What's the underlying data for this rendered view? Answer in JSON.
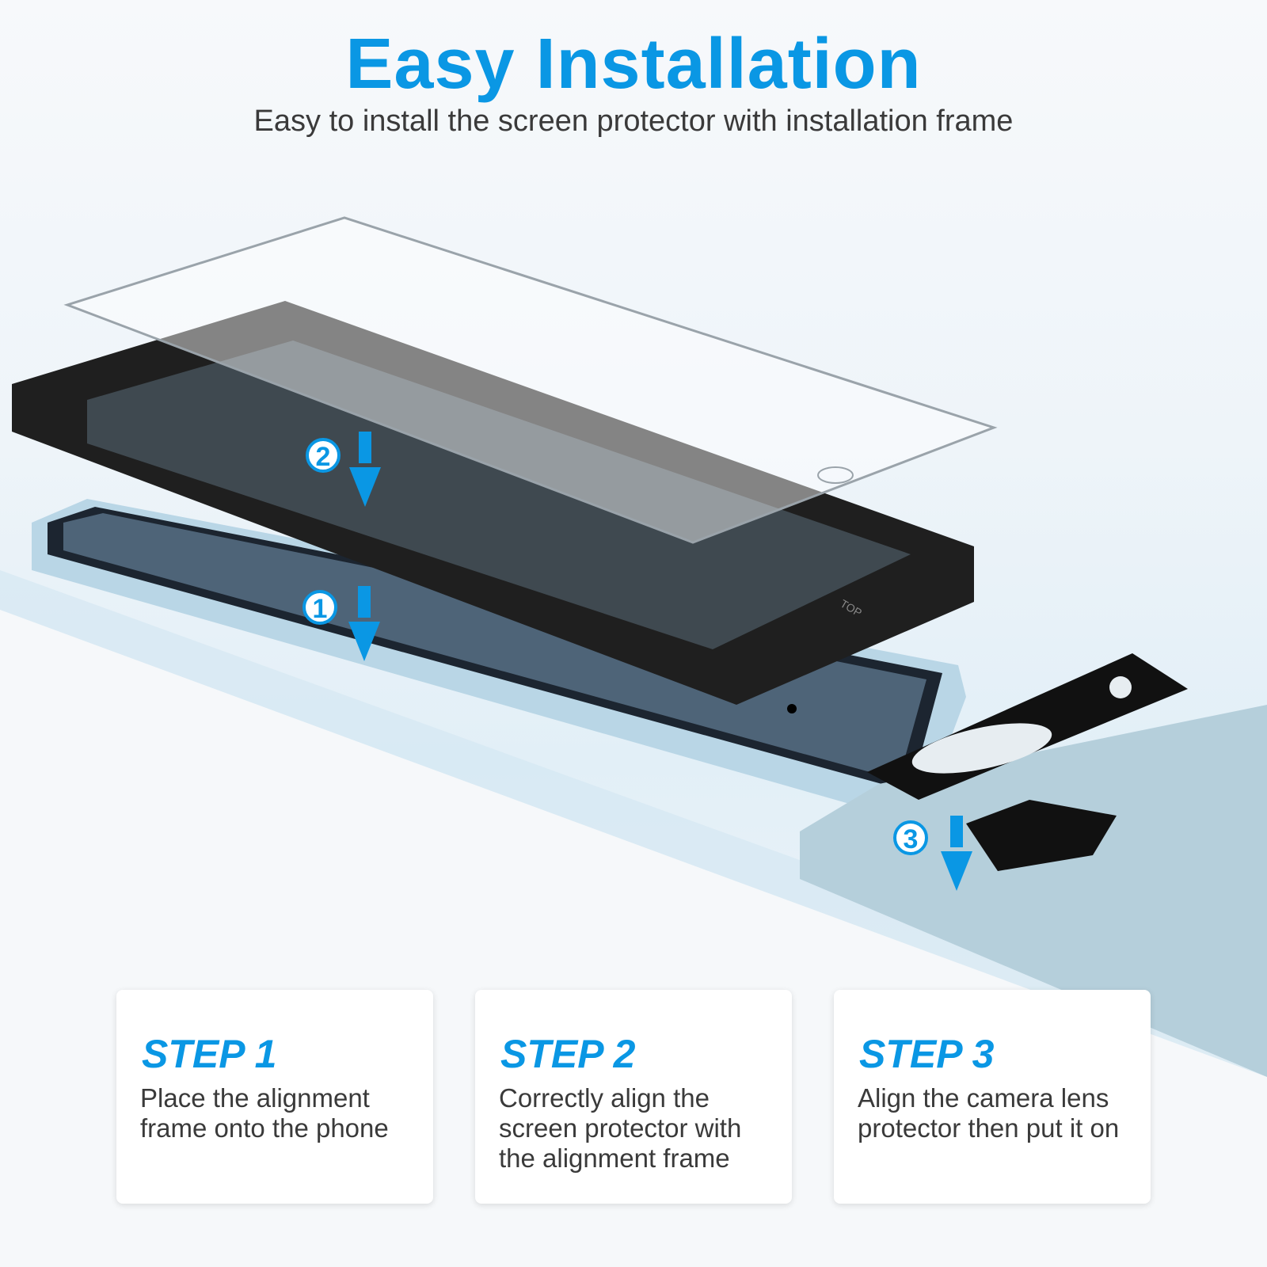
{
  "header": {
    "title": "Easy Installation",
    "subtitle": "Easy to install the screen protector with installation frame"
  },
  "illustration": {
    "markers": [
      "1",
      "2",
      "3"
    ],
    "frame_label": "TOP",
    "accent_color": "#0a97e4"
  },
  "steps": [
    {
      "label": "STEP 1",
      "description": "Place the alignment frame onto the phone"
    },
    {
      "label": "STEP 2",
      "description": "Correctly align the screen protector with the alignment frame"
    },
    {
      "label": "STEP 3",
      "description": "Align the camera lens protector then put it on"
    }
  ]
}
